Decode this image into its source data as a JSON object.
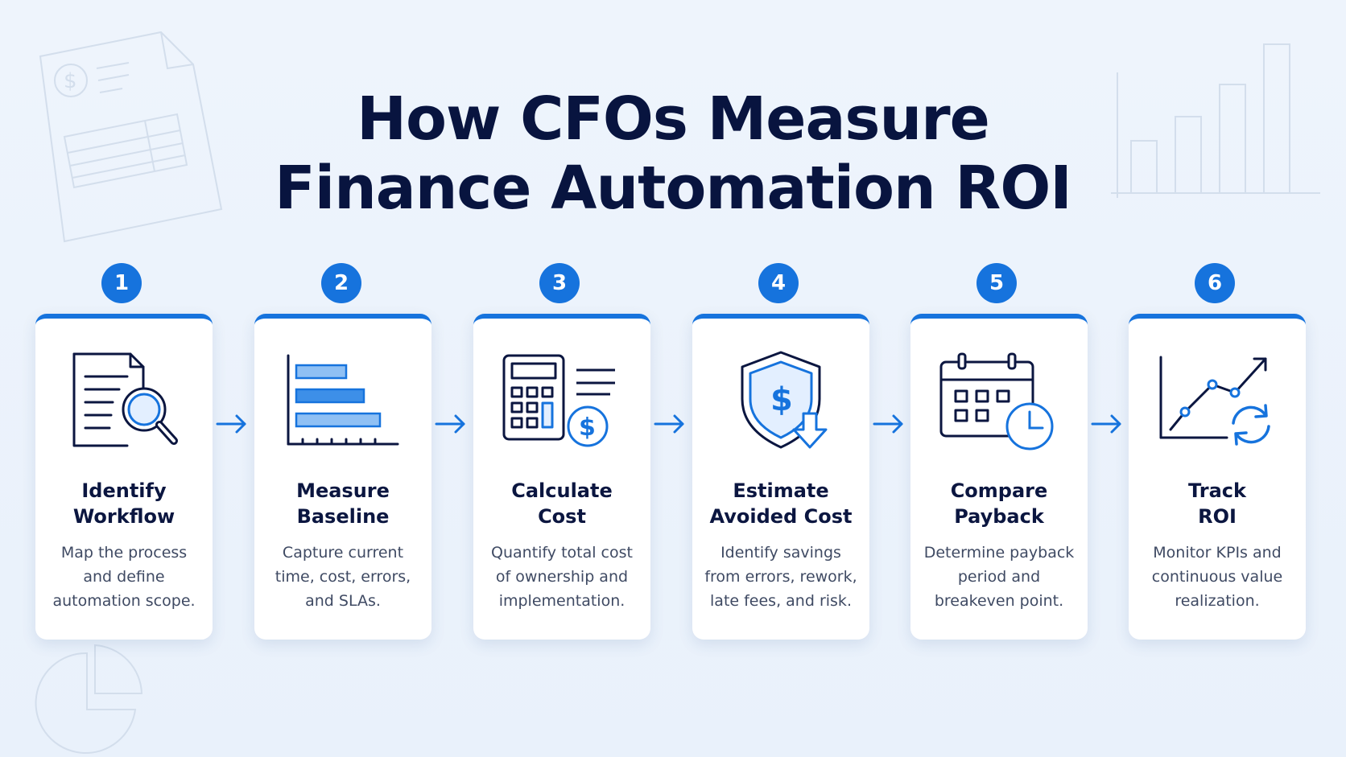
{
  "title": {
    "line1": "How CFOs Measure",
    "line2": "Finance Automation ROI"
  },
  "colors": {
    "accent": "#1673dd",
    "navy": "#0b1640",
    "text": "#3f4a63",
    "background": "#eef4fc"
  },
  "steps": [
    {
      "number": "1",
      "title_line1": "Identify",
      "title_line2": "Workflow",
      "desc_line1": "Map the process",
      "desc_line2": "and define",
      "desc_line3": "automation scope.",
      "icon": "document-search-icon"
    },
    {
      "number": "2",
      "title_line1": "Measure",
      "title_line2": "Baseline",
      "desc_line1": "Capture current",
      "desc_line2": "time, cost, errors,",
      "desc_line3": "and SLAs.",
      "icon": "bar-chart-icon"
    },
    {
      "number": "3",
      "title_line1": "Calculate",
      "title_line2": "Cost",
      "desc_line1": "Quantify total cost",
      "desc_line2": "of ownership and",
      "desc_line3": "implementation.",
      "icon": "calculator-dollar-icon"
    },
    {
      "number": "4",
      "title_line1": "Estimate",
      "title_line2": "Avoided Cost",
      "desc_line1": "Identify savings",
      "desc_line2": "from errors, rework,",
      "desc_line3": "late fees, and risk.",
      "icon": "shield-dollar-icon"
    },
    {
      "number": "5",
      "title_line1": "Compare",
      "title_line2": "Payback",
      "desc_line1": "Determine payback",
      "desc_line2": "period and",
      "desc_line3": "breakeven point.",
      "icon": "calendar-clock-icon"
    },
    {
      "number": "6",
      "title_line1": "Track",
      "title_line2": "ROI",
      "desc_line1": "Monitor KPIs and",
      "desc_line2": "continuous value",
      "desc_line3": "realization.",
      "icon": "trend-refresh-icon"
    }
  ]
}
